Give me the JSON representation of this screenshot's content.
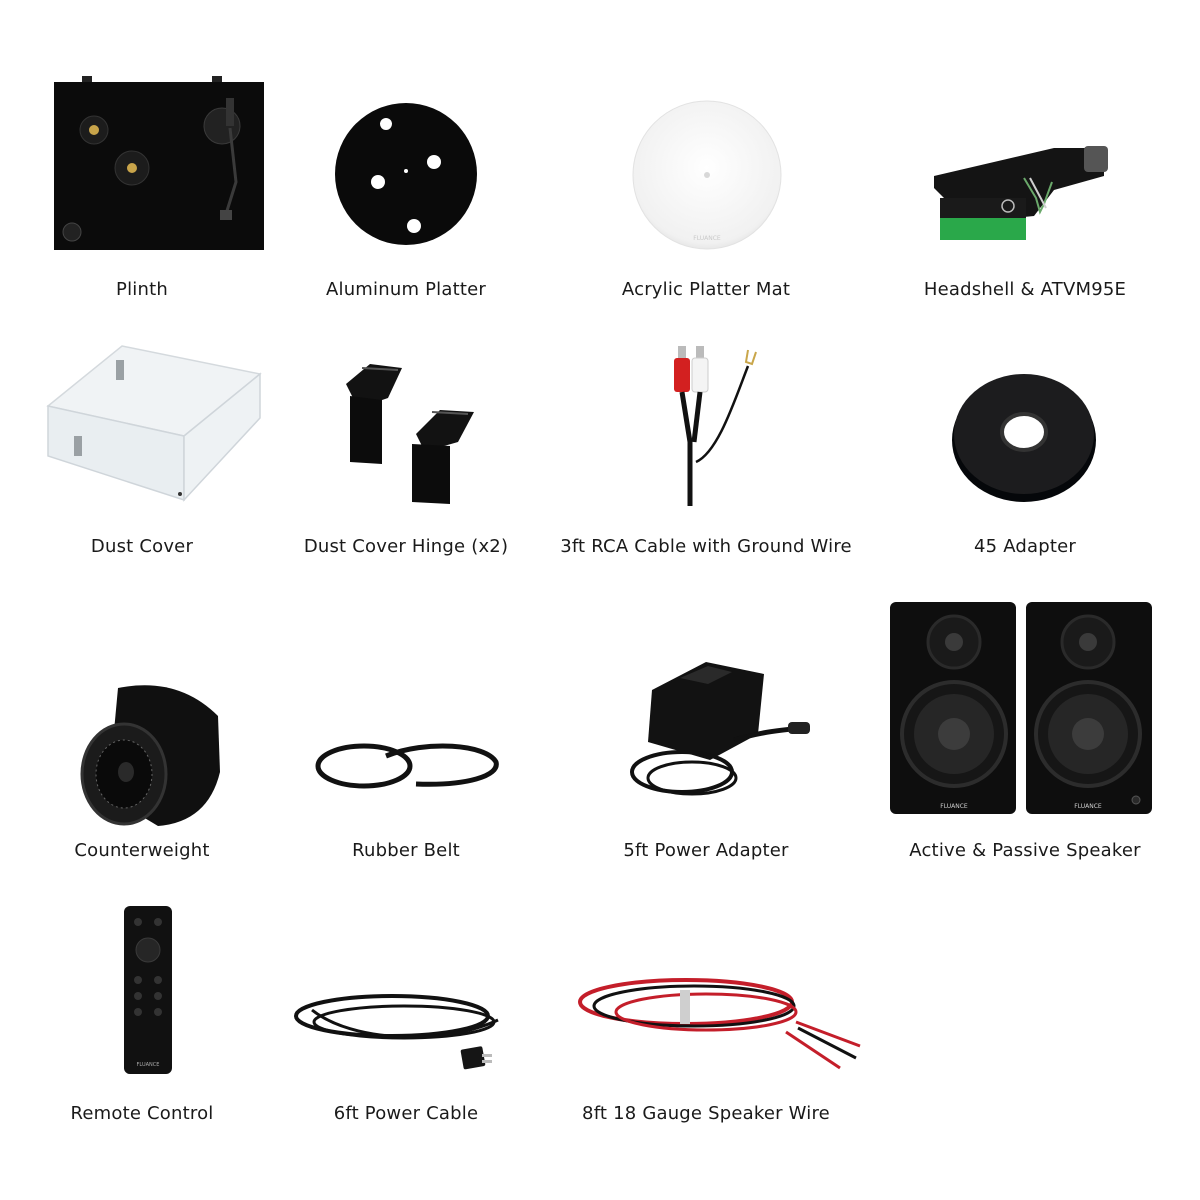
{
  "items": [
    {
      "label": "Plinth"
    },
    {
      "label": "Aluminum Platter"
    },
    {
      "label": "Acrylic Platter Mat"
    },
    {
      "label": "Headshell & ATVM95E"
    },
    {
      "label": "Dust Cover"
    },
    {
      "label": "Dust Cover Hinge (x2)"
    },
    {
      "label": "3ft RCA Cable with Ground Wire"
    },
    {
      "label": "45 Adapter"
    },
    {
      "label": "Counterweight"
    },
    {
      "label": "Rubber Belt"
    },
    {
      "label": "5ft Power Adapter"
    },
    {
      "label": "Active & Passive Speaker"
    },
    {
      "label": "Remote Control"
    },
    {
      "label": "6ft Power Cable"
    },
    {
      "label": "8ft 18 Gauge Speaker Wire"
    }
  ],
  "brand": "FLUANCE",
  "icons": [
    "plinth-image",
    "platter-image",
    "platter-mat-image",
    "headshell-image",
    "dust-cover-image",
    "hinge-image",
    "rca-cable-image",
    "adapter-45-image",
    "counterweight-image",
    "rubber-belt-image",
    "power-adapter-image",
    "speakers-image",
    "remote-control-image",
    "power-cable-image",
    "speaker-wire-image"
  ]
}
